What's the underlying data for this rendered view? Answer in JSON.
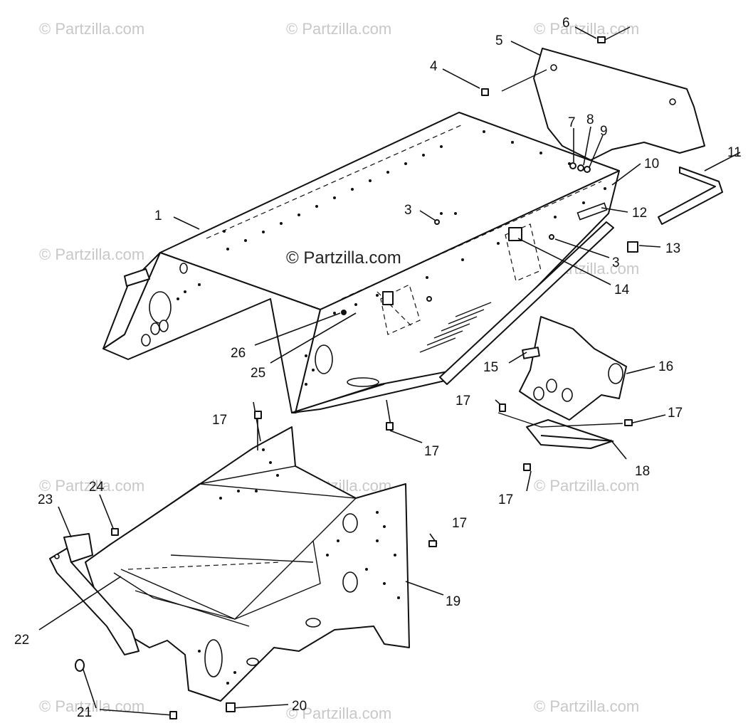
{
  "watermark": {
    "text": "© Partzilla.com",
    "color": "#c8c8c8"
  },
  "center_watermark": "© Partzilla.com",
  "callouts": [
    {
      "id": "c1",
      "label": "1"
    },
    {
      "id": "c3a",
      "label": "3"
    },
    {
      "id": "c3b",
      "label": "3"
    },
    {
      "id": "c4",
      "label": "4"
    },
    {
      "id": "c5",
      "label": "5"
    },
    {
      "id": "c6",
      "label": "6"
    },
    {
      "id": "c7",
      "label": "7"
    },
    {
      "id": "c8",
      "label": "8"
    },
    {
      "id": "c9",
      "label": "9"
    },
    {
      "id": "c10",
      "label": "10"
    },
    {
      "id": "c11",
      "label": "11"
    },
    {
      "id": "c12",
      "label": "12"
    },
    {
      "id": "c13",
      "label": "13"
    },
    {
      "id": "c14",
      "label": "14"
    },
    {
      "id": "c15",
      "label": "15"
    },
    {
      "id": "c16",
      "label": "16"
    },
    {
      "id": "c17a",
      "label": "17"
    },
    {
      "id": "c17b",
      "label": "17"
    },
    {
      "id": "c17c",
      "label": "17"
    },
    {
      "id": "c17d",
      "label": "17"
    },
    {
      "id": "c17e",
      "label": "17"
    },
    {
      "id": "c17f",
      "label": "17"
    },
    {
      "id": "c18",
      "label": "18"
    },
    {
      "id": "c19",
      "label": "19"
    },
    {
      "id": "c20",
      "label": "20"
    },
    {
      "id": "c21",
      "label": "21"
    },
    {
      "id": "c22",
      "label": "22"
    },
    {
      "id": "c23",
      "label": "23"
    },
    {
      "id": "c24",
      "label": "24"
    },
    {
      "id": "c25",
      "label": "25"
    },
    {
      "id": "c26",
      "label": "26"
    }
  ]
}
